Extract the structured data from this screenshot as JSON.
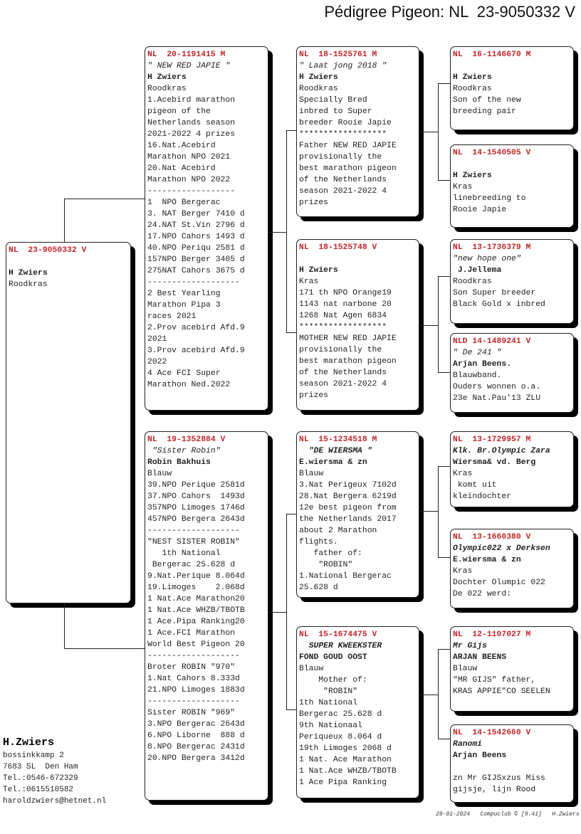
{
  "title": "Pédigree Pigeon: NL  23-9050332 V",
  "boxes": [
    {
      "id": "root",
      "header": "NL  23-9050332 V",
      "lines": [
        [
          "",
          ""
        ],
        [
          "H Zwiers",
          "b"
        ],
        [
          "Roodkras",
          ""
        ]
      ]
    },
    {
      "id": "sire",
      "header": "NL  20-1191415 M",
      "lines": [
        [
          "\" NEW RED JAPIE \"",
          "i"
        ],
        [
          "H Zwiers",
          "b"
        ],
        [
          "Roodkras",
          ""
        ],
        [
          "1.Acebird marathon",
          ""
        ],
        [
          "pigeon of the",
          ""
        ],
        [
          "Netherlands season",
          ""
        ],
        [
          "2021-2022 4 prizes",
          ""
        ],
        [
          "16.Nat.Acebird",
          ""
        ],
        [
          "Marathon NPO 2021",
          ""
        ],
        [
          "20.Nat Acebird",
          ""
        ],
        [
          "Marathon NPO 2022",
          ""
        ],
        [
          "------------------",
          ""
        ],
        [
          "1  NPO Bergerac",
          ""
        ],
        [
          "3. NAT Berger 7410 d",
          ""
        ],
        [
          "24.NAT St.Vin 2796 d",
          ""
        ],
        [
          "17.NPO Cahors 1493 d",
          ""
        ],
        [
          "40.NPO Periqu 2581 d",
          ""
        ],
        [
          "157NPO Berger 3405 d",
          ""
        ],
        [
          "275NAT Cahors 3675 d",
          ""
        ],
        [
          "-------------------",
          ""
        ],
        [
          "2 Best Yearling",
          ""
        ],
        [
          "Marathon Pipa 3",
          ""
        ],
        [
          "races 2021",
          ""
        ],
        [
          "2.Prov acebird Afd.9",
          ""
        ],
        [
          "2021",
          ""
        ],
        [
          "3.Prov acebird Afd.9",
          ""
        ],
        [
          "2022",
          ""
        ],
        [
          "4 Ace FCI Super",
          ""
        ],
        [
          "Marathon Ned.2022",
          ""
        ]
      ]
    },
    {
      "id": "dam",
      "header": "NL  19-1352884 V",
      "lines": [
        [
          " \"Sister Robin\"",
          "i"
        ],
        [
          "Robin Bakhuis",
          "b"
        ],
        [
          "Blauw",
          ""
        ],
        [
          "39.NPO Perique 2581d",
          ""
        ],
        [
          "37.NPO Cahors  1493d",
          ""
        ],
        [
          "357NPO Limoges 1746d",
          ""
        ],
        [
          "457NPO Bergera 2643d",
          ""
        ],
        [
          "-------------------",
          ""
        ],
        [
          "\"NEST SISTER ROBIN\"",
          ""
        ],
        [
          "   1th National",
          ""
        ],
        [
          " Bergerac 25.628 d",
          ""
        ],
        [
          "9.Nat.Perique 8.064d",
          ""
        ],
        [
          "19.Limoges    2.068d",
          ""
        ],
        [
          "1 Nat.Ace Marathon20",
          ""
        ],
        [
          "1 Nat.Ace WHZB/TBOTB",
          ""
        ],
        [
          "1 Ace.Pipa Ranking20",
          ""
        ],
        [
          "1 Ace.FCI Marathon",
          ""
        ],
        [
          "World Best Pigeon 20",
          ""
        ],
        [
          "-------------------",
          ""
        ],
        [
          "Broter ROBIN \"970\"",
          ""
        ],
        [
          "1.Nat Cahors 8.333d",
          ""
        ],
        [
          "21.NPO Limoges 1883d",
          ""
        ],
        [
          "-------------------",
          ""
        ],
        [
          "Sister ROBIN \"969\"",
          ""
        ],
        [
          "3.NPO Bergerac 2643d",
          ""
        ],
        [
          "6.NPO Liborne  888 d",
          ""
        ],
        [
          "8.NPO Bergerac 2431d",
          ""
        ],
        [
          "20.NPO Bergera 3412d",
          ""
        ]
      ]
    },
    {
      "id": "ss",
      "header": "NL  18-1525761 M",
      "lines": [
        [
          "\" Laat jong 2018 \"",
          "i"
        ],
        [
          "H Zwiers",
          "b"
        ],
        [
          "Roodkras",
          ""
        ],
        [
          "Specially Bred",
          ""
        ],
        [
          "inbred to Super",
          ""
        ],
        [
          "breeder Rooie Japie",
          ""
        ],
        [
          "******************",
          ""
        ],
        [
          "Father NEW RED JAPIE",
          ""
        ],
        [
          "provisionally the",
          ""
        ],
        [
          "best marathon pigeon",
          ""
        ],
        [
          "of the Netherlands",
          ""
        ],
        [
          "season 2021-2022 4",
          ""
        ],
        [
          "prizes",
          ""
        ]
      ]
    },
    {
      "id": "sd",
      "header": "NL  18-1525748 V",
      "lines": [
        [
          "",
          ""
        ],
        [
          "H Zwiers",
          "b"
        ],
        [
          "Kras",
          ""
        ],
        [
          "171 th NPO Orange19",
          ""
        ],
        [
          "1143 nat narbone 20",
          ""
        ],
        [
          "1268 Nat Agen 6834",
          ""
        ],
        [
          "******************",
          ""
        ],
        [
          "MOTHER NEW RED JAPIE",
          ""
        ],
        [
          "provisionally the",
          ""
        ],
        [
          "best marathon pigeon",
          ""
        ],
        [
          "of the Netherlands",
          ""
        ],
        [
          "season 2021-2022 4",
          ""
        ],
        [
          "prizes",
          ""
        ]
      ]
    },
    {
      "id": "ds",
      "header": "NL  15-1234518 M",
      "lines": [
        [
          "  \"DE WIERSMA \"",
          "bi"
        ],
        [
          "E.wiersma & zn",
          "b"
        ],
        [
          "Blauw",
          ""
        ],
        [
          "3.Nat Perigeux 7102d",
          ""
        ],
        [
          "28.Nat Bergera 6219d",
          ""
        ],
        [
          "12e best pigeon from",
          ""
        ],
        [
          "the Netherlands 2017",
          ""
        ],
        [
          "about 2 Marathon",
          ""
        ],
        [
          "flights.",
          ""
        ],
        [
          "   father of:",
          ""
        ],
        [
          "    \"ROBIN\"",
          ""
        ],
        [
          "1.National Bergerac",
          ""
        ],
        [
          "25.628 d",
          ""
        ]
      ]
    },
    {
      "id": "dd",
      "header": "NL  15-1674475 V",
      "lines": [
        [
          "  SUPER KWEEKSTER",
          "bi"
        ],
        [
          "FOND GOUD OOST",
          "b"
        ],
        [
          "Blauw",
          ""
        ],
        [
          "    Mother of:",
          ""
        ],
        [
          "     \"ROBIN\"",
          ""
        ],
        [
          "1th National",
          ""
        ],
        [
          "Bergerac 25.628 d",
          ""
        ],
        [
          "9th Nationaal",
          ""
        ],
        [
          "Periqueux 8.064 d",
          ""
        ],
        [
          "19th Limoges 2068 d",
          ""
        ],
        [
          "1 Nat. Ace Marathon",
          ""
        ],
        [
          "1 Nat.Ace WHZB/TBOTB",
          ""
        ],
        [
          "1 Ace Pipa Ranking",
          ""
        ]
      ]
    },
    {
      "id": "sss",
      "header": "NL  16-1146670 M",
      "lines": [
        [
          "",
          ""
        ],
        [
          "H Zwiers",
          "b"
        ],
        [
          "Roodkras",
          ""
        ],
        [
          "Son of the new",
          ""
        ],
        [
          "breeding pair",
          ""
        ]
      ]
    },
    {
      "id": "ssd",
      "header": "NL  14-1540505 V",
      "lines": [
        [
          "",
          ""
        ],
        [
          "H Zwiers",
          "b"
        ],
        [
          "Kras",
          ""
        ],
        [
          "linebreeding to",
          ""
        ],
        [
          "Rooie Japie",
          ""
        ]
      ]
    },
    {
      "id": "sds",
      "header": "NL  13-1736379 M",
      "lines": [
        [
          "\"new hope one\"",
          "i"
        ],
        [
          " J.Jellema",
          "b"
        ],
        [
          "Roodkras",
          ""
        ],
        [
          "Son Super breeder",
          ""
        ],
        [
          "Black Gold x inbred",
          ""
        ]
      ]
    },
    {
      "id": "sdd",
      "header": "NLD 14-1489241 V",
      "lines": [
        [
          "\" De 241 \"",
          "i"
        ],
        [
          "Arjan Beens.",
          "b"
        ],
        [
          "Blauwband.",
          ""
        ],
        [
          "Ouders wonnen o.a.",
          ""
        ],
        [
          "23e Nat.Pau'13 ZLU",
          ""
        ]
      ]
    },
    {
      "id": "dss",
      "header": "NL  13-1729957 M",
      "lines": [
        [
          "Klk. Br.Olympic Zara",
          "bi"
        ],
        [
          "Wiersma& vd. Berg",
          "b"
        ],
        [
          "Kras",
          ""
        ],
        [
          " komt uit",
          ""
        ],
        [
          "kleindochter",
          ""
        ]
      ]
    },
    {
      "id": "dsd",
      "header": "NL  13-1660380 V",
      "lines": [
        [
          "Olympic022 x Derksen",
          "bi"
        ],
        [
          "E.wiersma & zn",
          "b"
        ],
        [
          "Kras",
          ""
        ],
        [
          "Dochter Olumpic 022",
          ""
        ],
        [
          "De 022 werd:",
          ""
        ]
      ]
    },
    {
      "id": "dds",
      "header": "NL  12-1107027 M",
      "lines": [
        [
          "Mr Gijs",
          "bi"
        ],
        [
          "ARJAN BEENS",
          "b"
        ],
        [
          "Blauw",
          ""
        ],
        [
          "\"MR GIJS\" father,",
          ""
        ],
        [
          "KRAS APPIE\"CO SEELEN",
          ""
        ]
      ]
    },
    {
      "id": "ddd",
      "header": "NL  14-1542660 V",
      "lines": [
        [
          "Ranomi",
          "bi"
        ],
        [
          "Arjan Beens",
          "b"
        ],
        [
          "",
          ""
        ],
        [
          "zn Mr GIJSxzus Miss",
          ""
        ],
        [
          "gijsje, lijn Rood",
          ""
        ]
      ]
    }
  ],
  "owner": {
    "name": "H.Zwiers",
    "lines": [
      "bossinkkamp 2",
      "7683 SL  Den Ham",
      "Tel.:0546-672329",
      "Tel.:0615510582",
      "haroldzwiers@hetnet.nl"
    ]
  },
  "footer": "29-01-2024   Compuclub © [9.41]   H.Zwiers"
}
